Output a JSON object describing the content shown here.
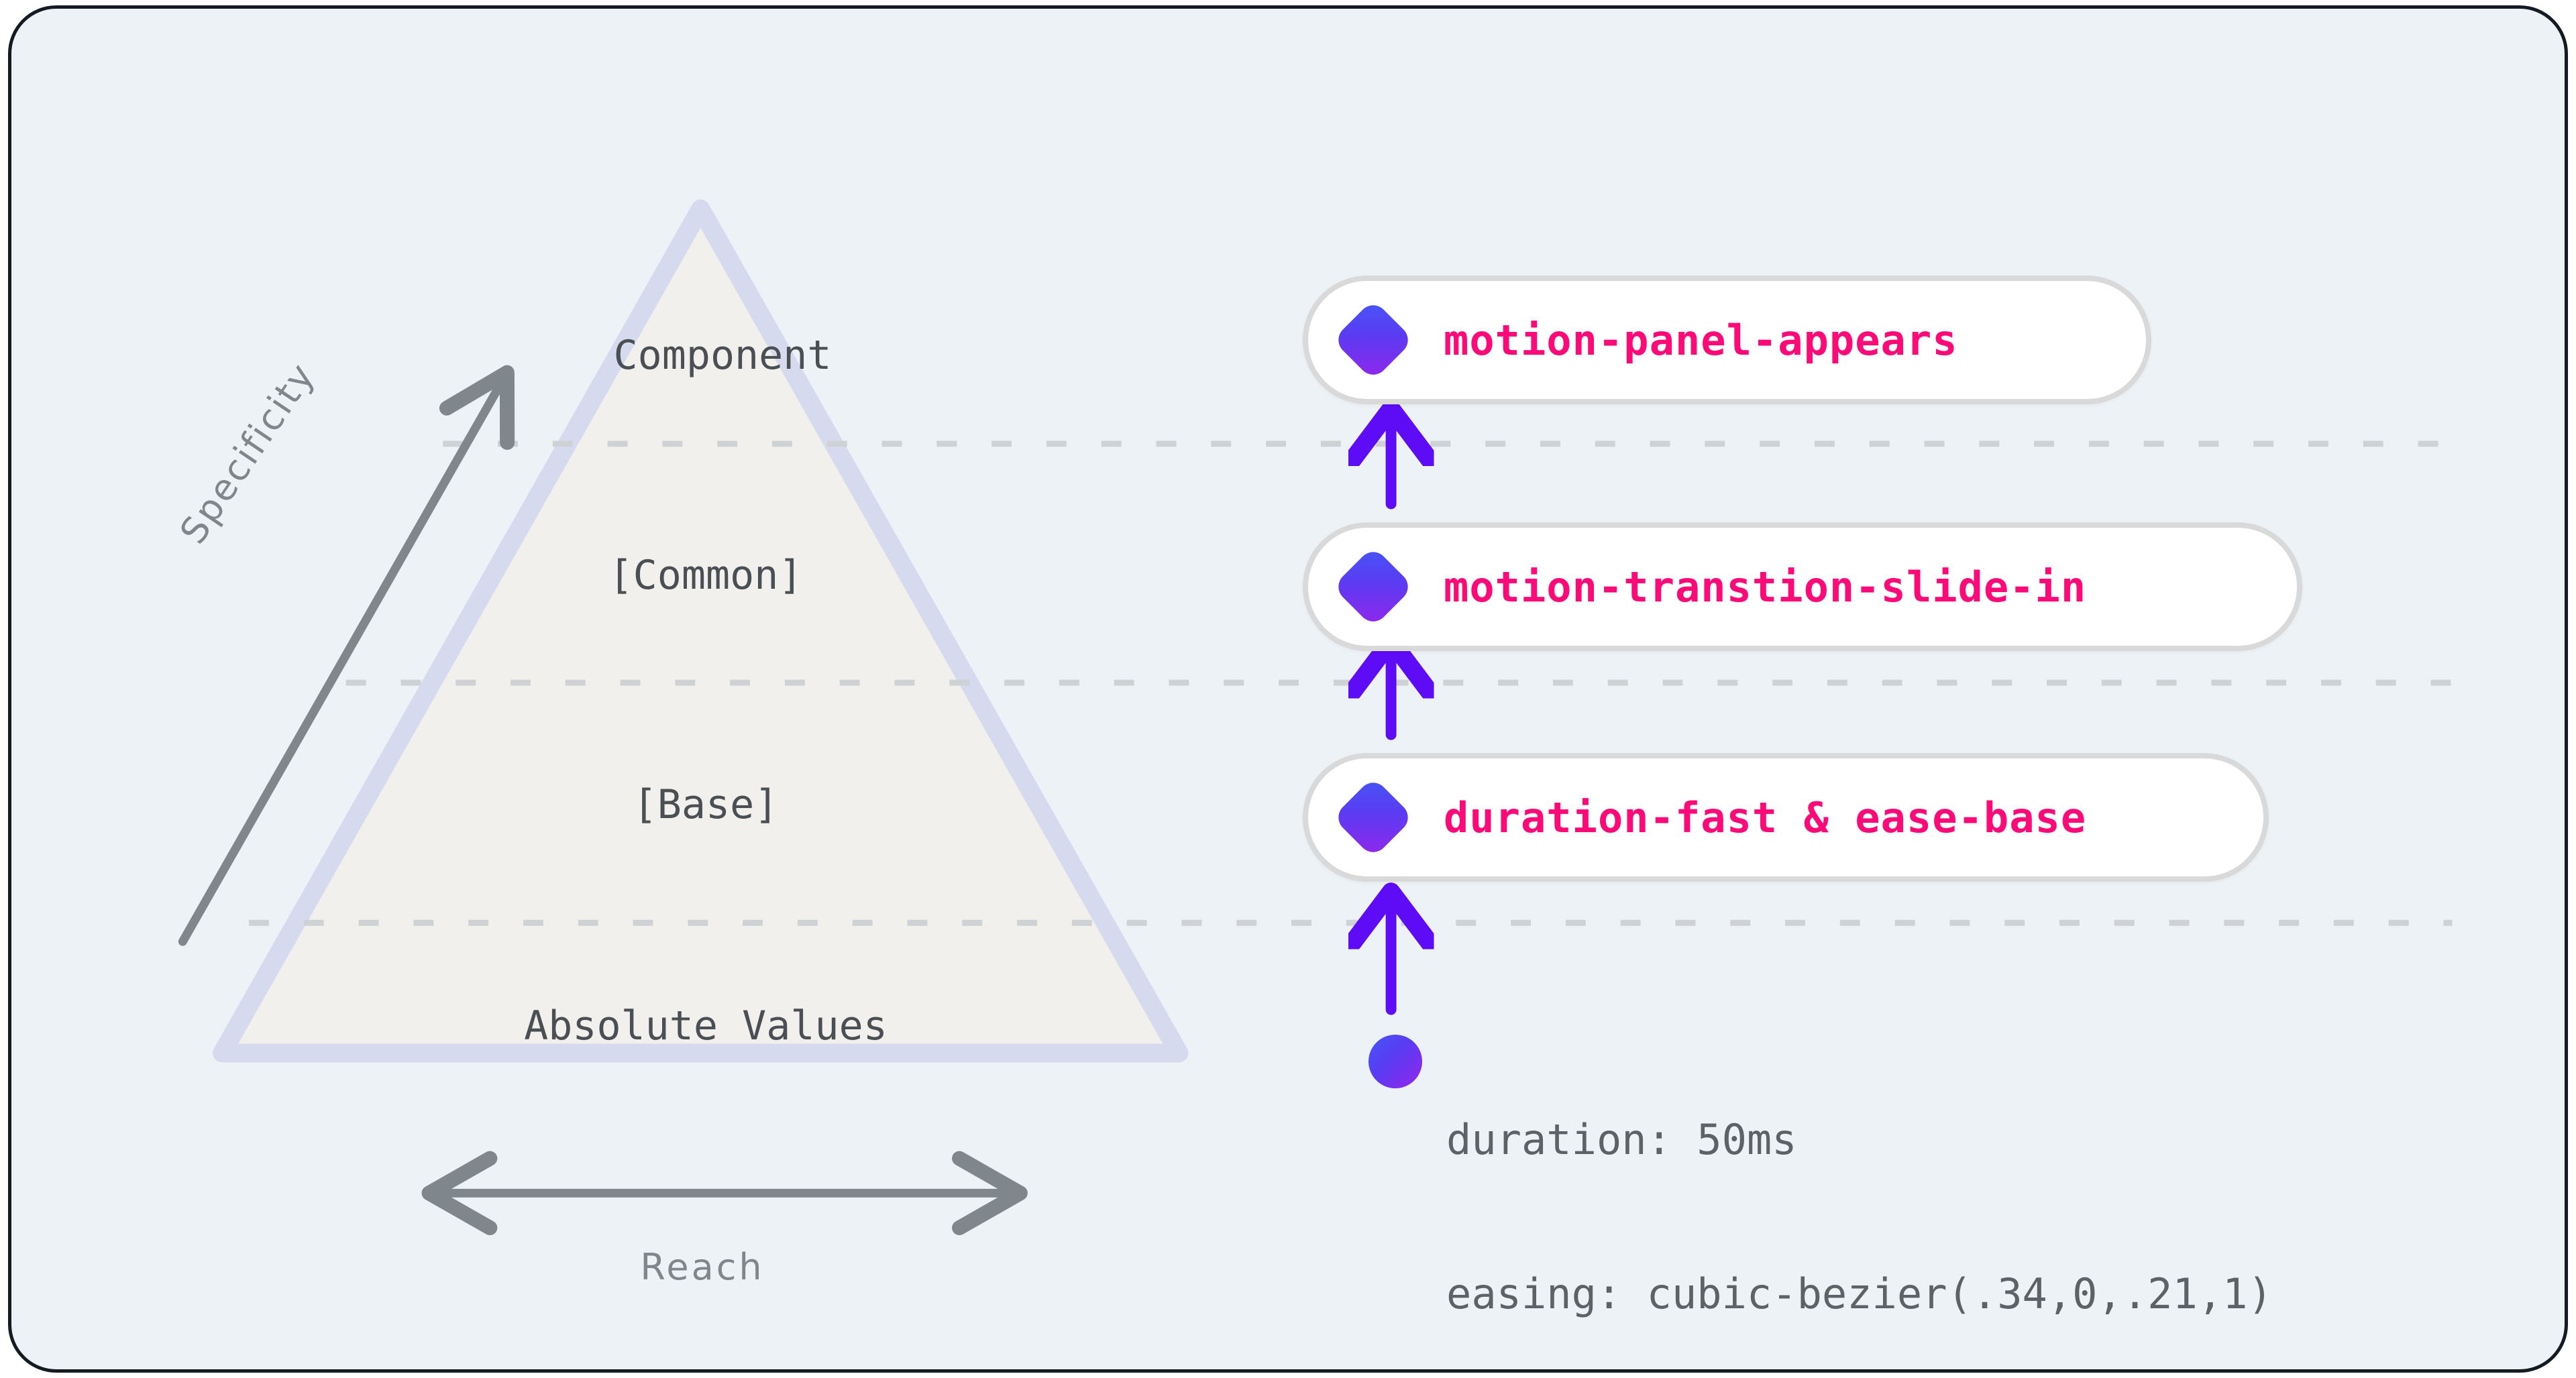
{
  "card": {
    "background_color": "#edf2f6",
    "border_color": "#141b22"
  },
  "pyramid": {
    "fill_color": "#f2f0ec",
    "stroke_color": "#d5daee",
    "tiers": [
      {
        "id": "component",
        "label": "Component"
      },
      {
        "id": "common",
        "label": "[Common]"
      },
      {
        "id": "base",
        "label": "[Base]"
      },
      {
        "id": "absolute",
        "label": "Absolute Values"
      }
    ]
  },
  "axes": {
    "vertical": {
      "label": "Specificity",
      "direction": "up",
      "color": "#7f868c"
    },
    "horizontal": {
      "label": "Reach",
      "direction": "both",
      "color": "#7f868c"
    }
  },
  "dividers": {
    "color": "#cfd2d4",
    "style": "dashed",
    "count": 3
  },
  "tokens": {
    "accent_color": "#fc0a78",
    "marker_gradient_from": "#4456f7",
    "marker_gradient_to": "#9526ec",
    "arrow_color": "#5d0cf5",
    "pills": [
      {
        "id": "component",
        "marker": "diamond-marker",
        "label": "motion-panel-appears"
      },
      {
        "id": "common",
        "marker": "diamond-marker",
        "label": "motion-transtion-slide-in"
      },
      {
        "id": "base",
        "marker": "diamond-marker",
        "label": "duration-fast & ease-base"
      }
    ]
  },
  "absolute_values": {
    "marker": "circle-marker",
    "text_color": "#5d6268",
    "lines": [
      "duration: 50ms",
      "easing: cubic-bezier(.34,0,.21,1)"
    ],
    "duration": "50ms",
    "easing": "cubic-bezier(.34,0,.21,1)"
  }
}
